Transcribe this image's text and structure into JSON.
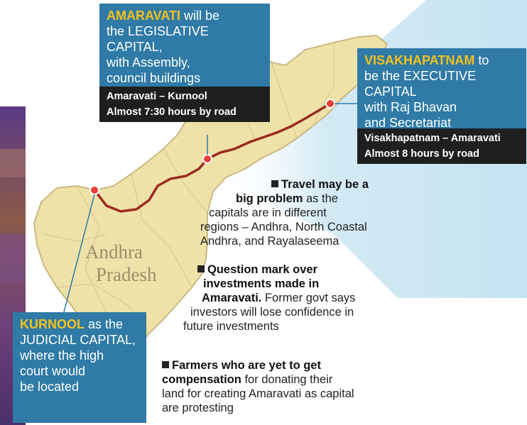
{
  "colors": {
    "land": "#efe2a8",
    "land_border": "#c9b980",
    "sea": "#d6ecf6",
    "route": "#9b2a24",
    "box_blue": "#2f7aa6",
    "box_dark": "#1f1f1f",
    "highlight": "#f7c21b"
  },
  "map": {
    "state_label_line1": "Andhra",
    "state_label_line2": "Pradesh"
  },
  "amaravati_box": {
    "highlight": "AMARAVATI",
    "rest1": " will be",
    "line2": "the LEGISLATIVE CAPITAL,",
    "line3": "with Assembly,",
    "line4": "council buildings",
    "sub1": "Amaravati – Kurnool",
    "sub2": "Almost 7:30 hours by road"
  },
  "visakhapatnam_box": {
    "highlight": "VISAKHAPATNAM",
    "rest1": " to",
    "line2": "be the EXECUTIVE CAPITAL",
    "line3": "with Raj Bhavan",
    "line4": "and Secretariat",
    "sub1": "Visakhapatnam – Amaravati",
    "sub2": "Almost 8 hours by road"
  },
  "kurnool_box": {
    "highlight": "KURNOOL",
    "rest1": " as the",
    "line2": "JUDICIAL CAPITAL,",
    "line3": "where the high",
    "line4": "court would",
    "line5": "be located"
  },
  "notes": {
    "n1_bold_a": "Travel may be a",
    "n1_bold_b": "big problem",
    "n1_text_b": " as the",
    "n1_line3": "capitals are in different",
    "n1_line4": "regions – Andhra, North Coastal",
    "n1_line5": "Andhra, and Rayalaseema",
    "n2_bold_a": "Question mark over",
    "n2_bold_b": "investments made in",
    "n2_bold_c": "Amaravati.",
    "n2_text_c": " Former govt says",
    "n2_line4": "investors will lose confidence in",
    "n2_line5": "future investments",
    "n3_bold_a": "Farmers who are yet to get",
    "n3_bold_b": "compensation",
    "n3_text_b": " for donating their",
    "n3_line3": "land for creating Amaravati as capital",
    "n3_line4": "are protesting"
  }
}
